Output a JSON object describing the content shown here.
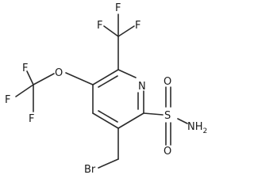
{
  "molecule": {
    "ring_nitrogen": "N",
    "sulfonyl_oxygen_top": "O",
    "sulfonyl_sulfur": "S",
    "sulfonyl_oxygen_bottom": "O",
    "amine": "NH",
    "amine_subscript": "2",
    "bromine": "Br",
    "ether_oxygen": "O",
    "cf3_top_fluorines": [
      "F",
      "F",
      "F"
    ],
    "ocf3_fluorines": [
      "F",
      "F",
      "F"
    ]
  }
}
